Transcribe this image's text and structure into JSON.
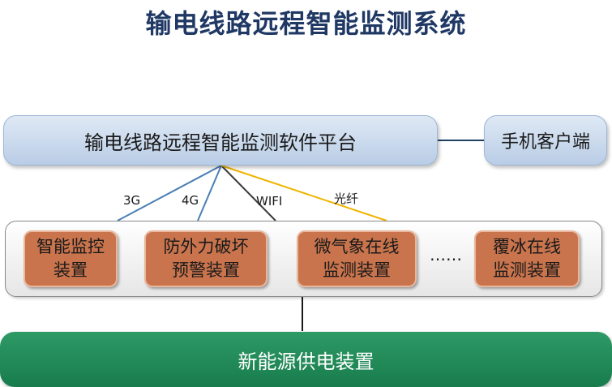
{
  "title": "输电线路远程智能监测系统",
  "platform": {
    "label": "输电线路远程智能监测软件平台"
  },
  "mobile": {
    "label": "手机客户端"
  },
  "links": [
    {
      "label": "3G",
      "color": "#4a7fb4"
    },
    {
      "label": "4G",
      "color": "#4a7fb4"
    },
    {
      "label": "WIFI",
      "color": "#3a3a3a"
    },
    {
      "label": "光纤",
      "color": "#f0b400"
    }
  ],
  "devices": [
    {
      "line1": "智能监控",
      "line2": "装置"
    },
    {
      "line1": "防外力破坏",
      "line2": "预警装置"
    },
    {
      "line1": "微气象在线",
      "line2": "监测装置"
    },
    {
      "line1": "覆冰在线",
      "line2": "监测装置"
    }
  ],
  "ellipsis": "……",
  "power": {
    "label": "新能源供电装置"
  },
  "colors": {
    "title": "#1f3864",
    "device": "#c9744d",
    "power": "#1e8654"
  }
}
